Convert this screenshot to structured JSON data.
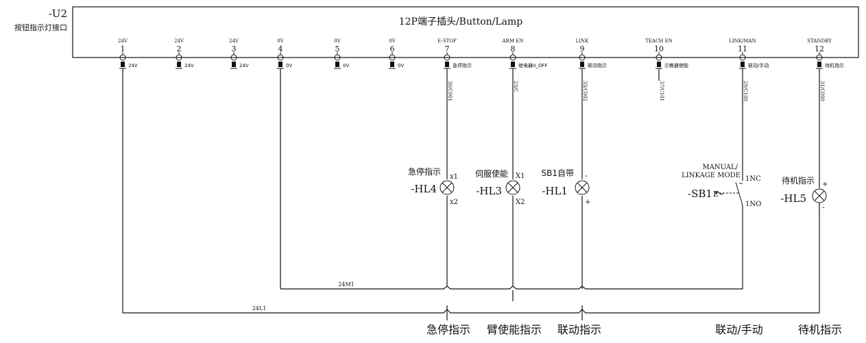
{
  "device": {
    "tag": "-U2",
    "name": "按钮指示灯接口",
    "title": "12P端子插头/Button/Lamp"
  },
  "pins": [
    {
      "num": "1",
      "signal": "24V",
      "wire": "24V"
    },
    {
      "num": "2",
      "signal": "24V",
      "wire": "24V"
    },
    {
      "num": "3",
      "signal": "24V",
      "wire": "24V"
    },
    {
      "num": "4",
      "signal": "0V",
      "wire": "0V"
    },
    {
      "num": "5",
      "signal": "0V",
      "wire": "0V"
    },
    {
      "num": "6",
      "signal": "0V",
      "wire": "0V"
    },
    {
      "num": "7",
      "signal": "E-STOP",
      "wire": "急停指示"
    },
    {
      "num": "8",
      "signal": "ARM EN",
      "wire": "继电器0_OFF"
    },
    {
      "num": "9",
      "signal": "LINK",
      "wire": "联动指示"
    },
    {
      "num": "10",
      "signal": "TEACH EN",
      "wire": "示教器使能"
    },
    {
      "num": "11",
      "signal": "LINK/MAN",
      "wire": "联动/手动"
    },
    {
      "num": "12",
      "signal": "STANDBY",
      "wire": "待机指示"
    }
  ],
  "cables": [
    {
      "pin": "7",
      "label": "30/C001"
    },
    {
      "pin": "8",
      "label": "23/C"
    },
    {
      "pin": "9",
      "label": "33/C002"
    },
    {
      "pin": "10",
      "label": "37/C101"
    },
    {
      "pin": "11",
      "label": "29/C100"
    },
    {
      "pin": "12",
      "label": "31/C000"
    }
  ],
  "lamps": [
    {
      "tag": "-HL4",
      "desc": "急停指示",
      "t1": "x1",
      "t2": "x2"
    },
    {
      "tag": "-HL3",
      "desc": "伺服使能",
      "t1": "X1",
      "t2": "X2"
    },
    {
      "tag": "-HL1",
      "desc": "SB1自带",
      "t1": "-",
      "t2": "+"
    },
    {
      "tag": "-HL5",
      "desc": "待机指示",
      "t1": "+",
      "t2": "-"
    }
  ],
  "switch": {
    "tag": "-SB1",
    "mode_line1": "MANUAL/",
    "mode_line2": "LINKAGE MODE",
    "t1": "1NC",
    "t2": "1NO"
  },
  "buses": {
    "zero_v": "24M1",
    "plus_24v": "24L1"
  },
  "bottom_labels": [
    "急停指示",
    "臂使能指示",
    "联动指示",
    "联动/手动",
    "待机指示"
  ]
}
